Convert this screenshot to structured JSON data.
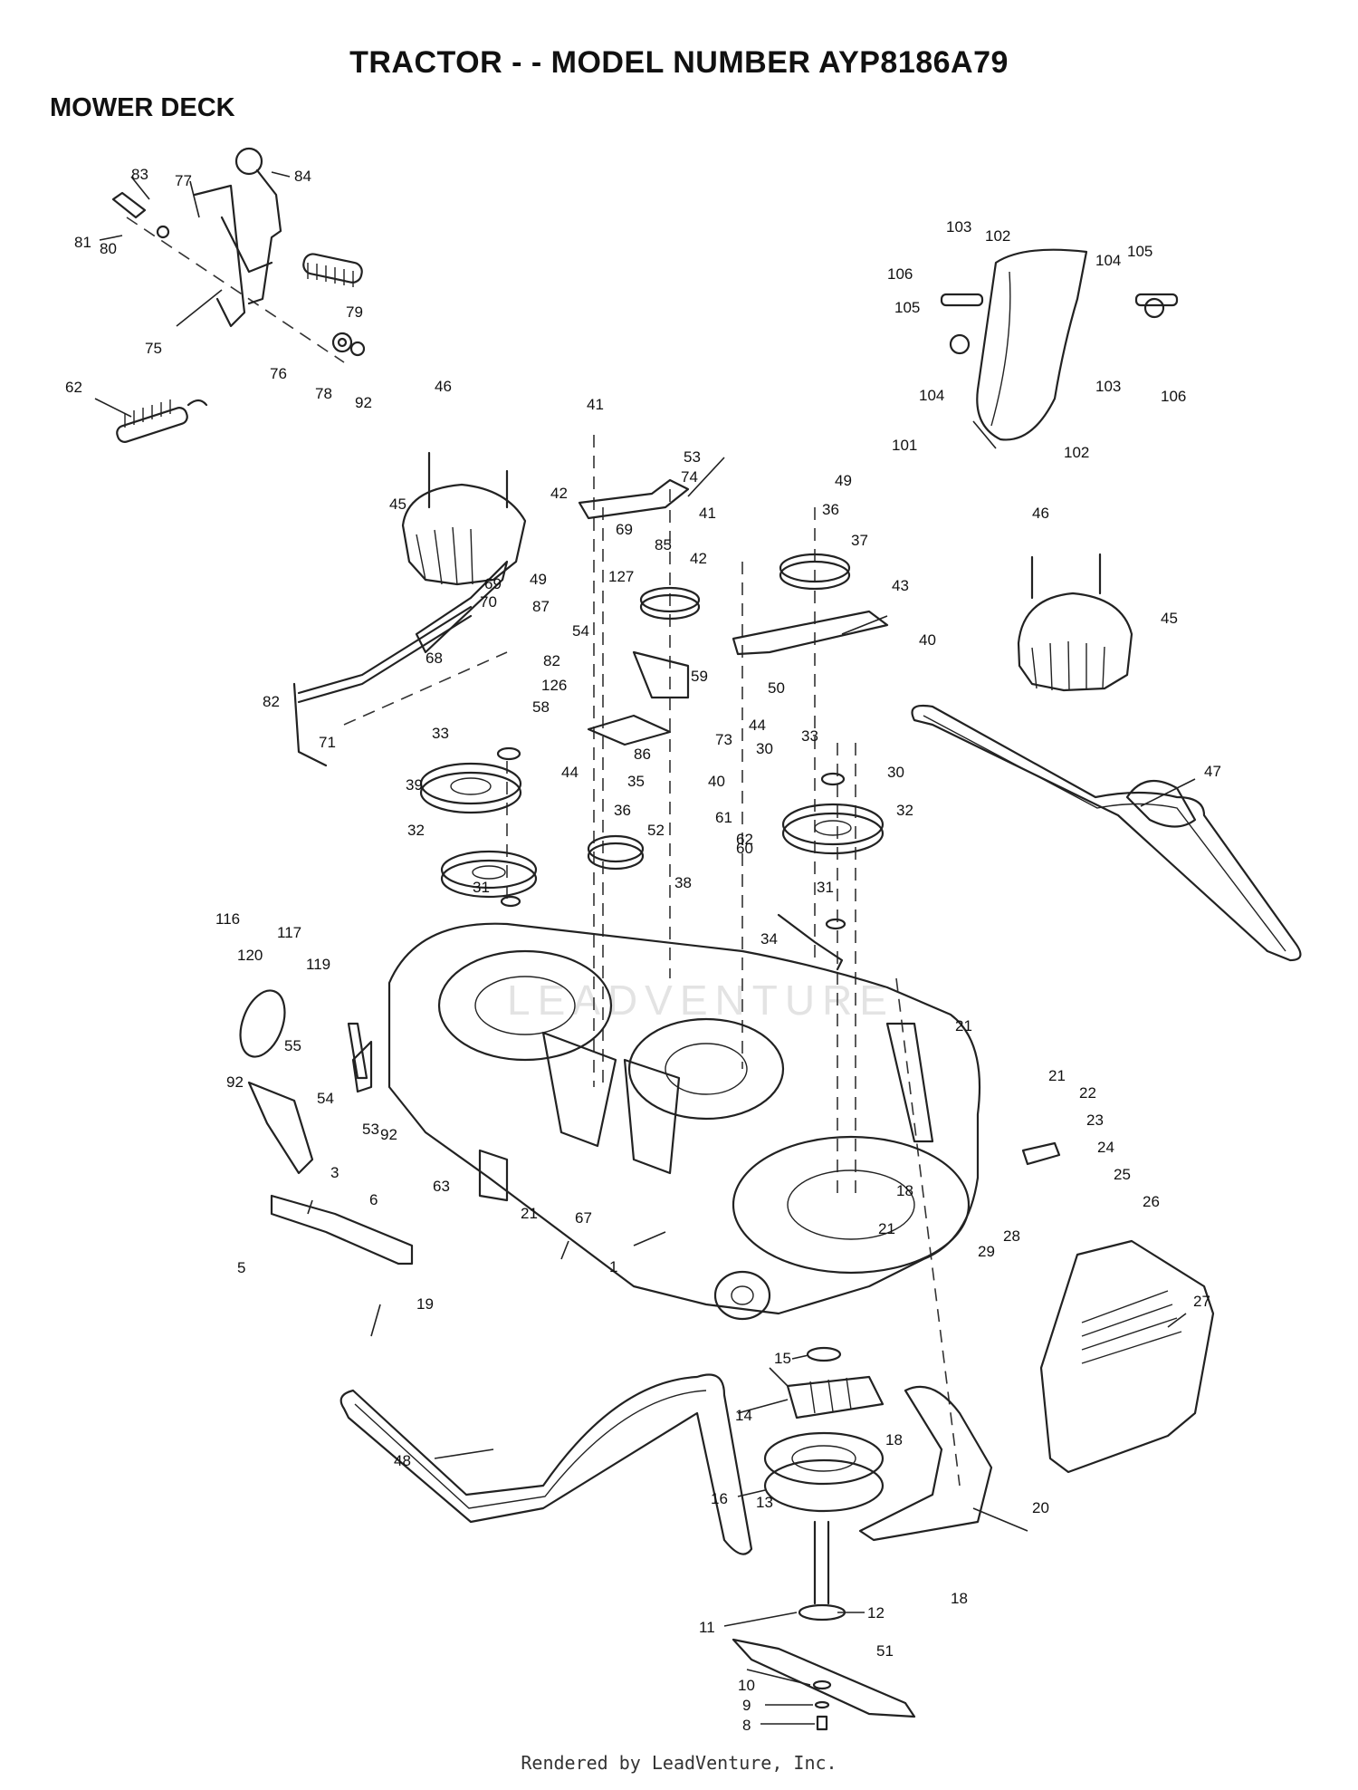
{
  "header": {
    "title": "TRACTOR - - MODEL NUMBER AYP8186A79",
    "section": "MOWER DECK"
  },
  "footer": {
    "credit": "Rendered by LeadVenture, Inc."
  },
  "callouts": [
    "1",
    "3",
    "5",
    "6",
    "8",
    "9",
    "10",
    "11",
    "12",
    "13",
    "14",
    "15",
    "16",
    "18",
    "18",
    "18",
    "19",
    "20",
    "21",
    "21",
    "21",
    "21",
    "22",
    "23",
    "24",
    "25",
    "26",
    "27",
    "28",
    "29",
    "30",
    "30",
    "31",
    "31",
    "32",
    "32",
    "33",
    "33",
    "34",
    "35",
    "36",
    "36",
    "37",
    "38",
    "39",
    "40",
    "40",
    "41",
    "41",
    "42",
    "42",
    "43",
    "44",
    "44",
    "45",
    "45",
    "46",
    "46",
    "47",
    "48",
    "49",
    "49",
    "50",
    "51",
    "52",
    "53",
    "53",
    "54",
    "54",
    "55",
    "58",
    "59",
    "60",
    "61",
    "62",
    "62",
    "63",
    "67",
    "68",
    "69",
    "69",
    "70",
    "71",
    "73",
    "74",
    "75",
    "76",
    "77",
    "78",
    "79",
    "80",
    "81",
    "82",
    "82",
    "83",
    "84",
    "85",
    "86",
    "87",
    "92",
    "92",
    "92",
    "101",
    "102",
    "102",
    "103",
    "103",
    "104",
    "104",
    "105",
    "105",
    "106",
    "106",
    "116",
    "117",
    "119",
    "120",
    "126",
    "127"
  ]
}
